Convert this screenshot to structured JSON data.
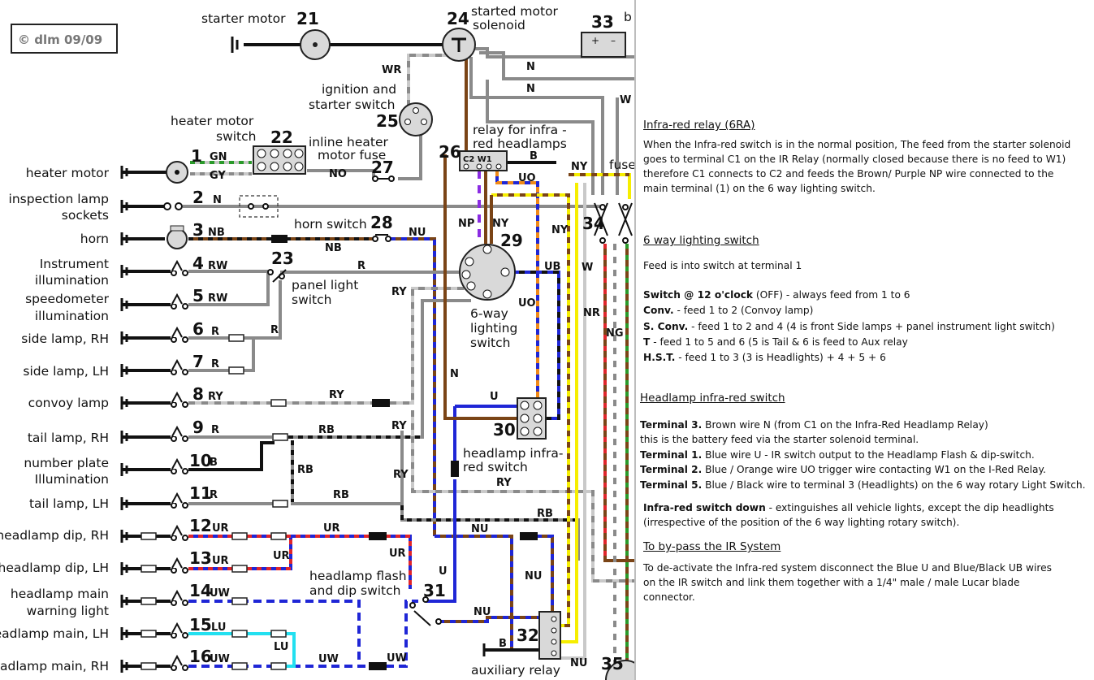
{
  "colors": {
    "black": "#111111",
    "brown": "#7a4416",
    "grey": "#8a8a8a",
    "light_grey": "#c9c9c9",
    "blue": "#1f26d6",
    "red": "#e0262b",
    "orange": "#f08a18",
    "purple": "#8a2be2",
    "yellow": "#f6ee00",
    "white": "#ffffff",
    "cyan": "#22e0f0",
    "green": "#2a9a2a"
  },
  "credit": "© dlm 09/09",
  "components": [
    {
      "num": "21",
      "label": "starter motor"
    },
    {
      "num": "24",
      "label": "started motor solenoid"
    },
    {
      "num": "33",
      "label": "b"
    },
    {
      "num": "25",
      "label": "ignition and starter switch"
    },
    {
      "num": "22",
      "label": "heater motor switch"
    },
    {
      "num": "27",
      "label": "inline heater motor fuse"
    },
    {
      "num": "26",
      "label": "relay for infra-red headlamps"
    },
    {
      "num": "34",
      "label": "fuse"
    },
    {
      "num": "28",
      "label": "horn switch"
    },
    {
      "num": "29",
      "label": "6-way lighting switch"
    },
    {
      "num": "23",
      "label": "panel light switch"
    },
    {
      "num": "30",
      "label": "headlamp infra-red switch"
    },
    {
      "num": "31",
      "label": "headlamp flash and dip switch"
    },
    {
      "num": "32",
      "label": "auxiliary relay"
    },
    {
      "num": "35",
      "label": ""
    }
  ],
  "components_labels": {
    "c21": "starter motor",
    "c24a": "started motor",
    "c24b": "solenoid",
    "c33": "b",
    "c25a": "ignition and",
    "c25b": "starter switch",
    "c22a": "heater motor",
    "c22b": "switch",
    "c27a": "inline heater",
    "c27b": "motor fuse",
    "c26a": "relay for infra -",
    "c26b": "red headlamps",
    "c34": "fuse",
    "c28": "horn switch",
    "c29a": "6-way",
    "c29b": "lighting",
    "c29c": "switch",
    "c23a": "panel light",
    "c23b": "switch",
    "c30a": "headlamp infra-",
    "c30b": "red switch",
    "c31a": "headlamp flash",
    "c31b": "and dip switch",
    "c32": "auxiliary relay"
  },
  "circuits": [
    {
      "num": "1",
      "label": "heater motor",
      "wire": "GN / GY"
    },
    {
      "num": "2",
      "label": "inspection lamp sockets",
      "wire": "N"
    },
    {
      "num": "3",
      "label": "horn",
      "wire": "NB"
    },
    {
      "num": "4",
      "label": "Instrument illumination",
      "wire": "RW"
    },
    {
      "num": "5",
      "label": "speedometer illumination",
      "wire": "RW"
    },
    {
      "num": "6",
      "label": "side lamp, RH",
      "wire": "R"
    },
    {
      "num": "7",
      "label": "side lamp, LH",
      "wire": "R"
    },
    {
      "num": "8",
      "label": "convoy lamp",
      "wire": "RY"
    },
    {
      "num": "9",
      "label": "tail lamp, RH",
      "wire": "R"
    },
    {
      "num": "10",
      "label": "number plate Illumination",
      "wire": "B"
    },
    {
      "num": "11",
      "label": "tail lamp, LH",
      "wire": "R"
    },
    {
      "num": "12",
      "label": "headlamp dip, RH",
      "wire": "UR"
    },
    {
      "num": "13",
      "label": "headlamp dip, LH",
      "wire": "UR"
    },
    {
      "num": "14",
      "label": "headlamp main warning light",
      "wire": "UW"
    },
    {
      "num": "15",
      "label": "headlamp main, LH",
      "wire": "LU"
    },
    {
      "num": "16",
      "label": "headlamp main, RH",
      "wire": "UW"
    }
  ],
  "left_labels": {
    "l1": "heater motor",
    "l2a": "inspection lamp",
    "l2b": "sockets",
    "l3": "horn",
    "l4a": "Instrument",
    "l4b": "illumination",
    "l5a": "speedometer",
    "l5b": "illumination",
    "l6": "side lamp, RH",
    "l7": "side lamp, LH",
    "l8": "convoy lamp",
    "l9": "tail lamp, RH",
    "l10a": "number plate",
    "l10b": "Illumination",
    "l11": "tail lamp, LH",
    "l12": "headlamp dip, RH",
    "l13": "headlamp dip, LH",
    "l14a": "headlamp main",
    "l14b": "warning light",
    "l15": "headlamp main, LH",
    "l16": "headlamp main, RH"
  },
  "wire_codes": {
    "wr": "WR",
    "n": "N",
    "w": "W",
    "b": "B",
    "ny": "NY",
    "uo": "UO",
    "np": "NP",
    "nr": "NR",
    "ng": "NG",
    "nb": "NB",
    "nu": "NU",
    "r": "R",
    "ry": "RY",
    "ub": "UB",
    "u": "U",
    "rb": "RB",
    "ur": "UR",
    "uw": "UW",
    "lu": "LU",
    "gn": "GN",
    "gy": "GY",
    "no": "NO",
    "rw": "RW"
  },
  "notes": {
    "h1": "Infra-red relay (6RA)",
    "p1": [
      "When the Infra-red switch is in the normal position, The feed from the starter solenoid",
      "goes to terminal C1 on the IR Relay (normally closed because there is no feed to W1)",
      "therefore C1 connects to C2 and feeds the  Brown/ Purple NP wire connected to the",
      "main terminal (1) on the 6 way lighting switch."
    ],
    "h2": "6 way lighting switch",
    "p2": "Feed is into switch at terminal 1",
    "switch_modes": [
      {
        "key": "Switch @ 12 o'clock",
        "text": " (OFF) - always feed from 1 to 6"
      },
      {
        "key": "Conv.",
        "text": " - feed 1 to 2 (Convoy lamp)"
      },
      {
        "key": "S. Conv.",
        "text": " - feed 1 to 2 and 4 (4 is front Side lamps + panel instrument light switch)"
      },
      {
        "key": "T",
        "text": " - feed 1 to 5 and 6 (5 is Tail & 6 is feed to Aux relay"
      },
      {
        "key": "H.S.T.",
        "text": " - feed 1 to 3 (3 is Headlights) + 4 + 5 + 6"
      }
    ],
    "h3": "Headlamp infra-red switch",
    "terminals": [
      {
        "key": "Terminal 3.",
        "text": " Brown wire N (from C1 on the Infra-Red Headlamp Relay)"
      },
      {
        "key": "",
        "text": "this is the battery feed via the starter solenoid terminal."
      },
      {
        "key": "Terminal 1.",
        "text": " Blue wire U - IR switch output to the Headlamp Flash & dip-switch."
      },
      {
        "key": "Terminal 2.",
        "text": " Blue / Orange wire UO trigger wire contacting W1 on the I-Red Relay."
      },
      {
        "key": "Terminal 5.",
        "text": " Blue / Black wire to terminal 3 (Headlights) on the 6 way rotary Light Switch."
      }
    ],
    "p4_key": "Infra-red switch down",
    "p4_text": " - extinguishes all vehicle lights, except the dip headlights",
    "p4_line2": "(irrespective of the position of the 6 way lighting rotary switch).",
    "h5": "To by-pass the IR System",
    "p5": [
      "To de-activate the Infra-red system disconnect the Blue U and Blue/Black UB wires",
      "on the IR switch and link them together with a 1/4\" male / male Lucar blade",
      "connector."
    ]
  }
}
